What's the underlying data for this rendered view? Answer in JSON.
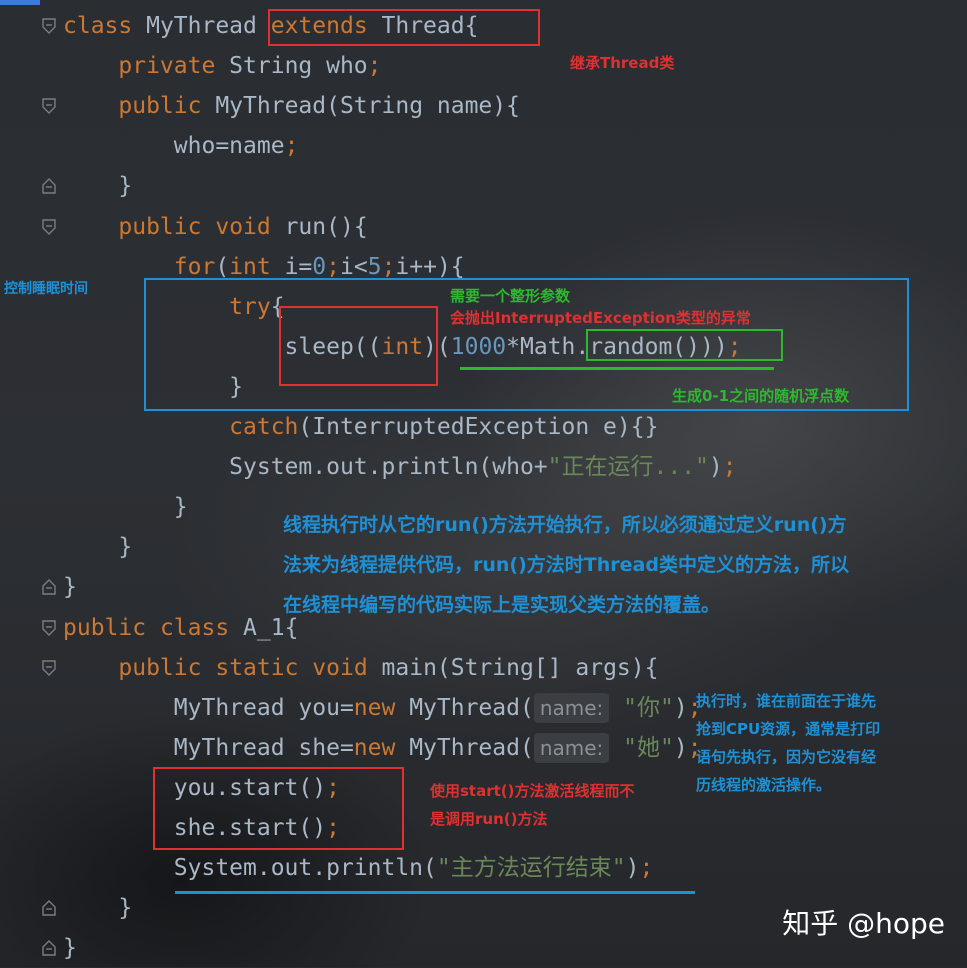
{
  "code": {
    "lines": [
      [
        {
          "t": "class",
          "c": "kw"
        },
        {
          "t": " MyThread ",
          "c": "cls"
        },
        {
          "t": "extends",
          "c": "kw"
        },
        {
          "t": " Thread{",
          "c": "cls"
        }
      ],
      [
        {
          "t": "    "
        },
        {
          "t": "private",
          "c": "kw"
        },
        {
          "t": " String who",
          "c": "cls"
        },
        {
          "t": ";",
          "c": "semi"
        }
      ],
      [
        {
          "t": "    "
        },
        {
          "t": "public",
          "c": "kw"
        },
        {
          "t": " MyThread(String name){",
          "c": "cls"
        }
      ],
      [
        {
          "t": "        who=name",
          "c": "cls"
        },
        {
          "t": ";",
          "c": "semi"
        }
      ],
      [
        {
          "t": "    }",
          "c": "cls"
        }
      ],
      [
        {
          "t": "    "
        },
        {
          "t": "public",
          "c": "kw"
        },
        {
          "t": " "
        },
        {
          "t": "void",
          "c": "kw"
        },
        {
          "t": " run(){",
          "c": "cls"
        }
      ],
      [
        {
          "t": "        "
        },
        {
          "t": "for",
          "c": "kw"
        },
        {
          "t": "(",
          "c": "cls"
        },
        {
          "t": "int",
          "c": "kw"
        },
        {
          "t": " i=",
          "c": "cls"
        },
        {
          "t": "0",
          "c": "num"
        },
        {
          "t": ";",
          "c": "semi"
        },
        {
          "t": "i<",
          "c": "cls"
        },
        {
          "t": "5",
          "c": "num"
        },
        {
          "t": ";",
          "c": "semi"
        },
        {
          "t": "i++){",
          "c": "cls"
        }
      ],
      [
        {
          "t": "            "
        },
        {
          "t": "try",
          "c": "kw"
        },
        {
          "t": "{",
          "c": "cls"
        }
      ],
      [
        {
          "t": "                sleep((",
          "c": "cls"
        },
        {
          "t": "int",
          "c": "kw"
        },
        {
          "t": ")(",
          "c": "cls"
        },
        {
          "t": "1000",
          "c": "num"
        },
        {
          "t": "*Math.random()))",
          "c": "cls"
        },
        {
          "t": ";",
          "c": "semi"
        }
      ],
      [
        {
          "t": "            }",
          "c": "cls"
        }
      ],
      [
        {
          "t": "            "
        },
        {
          "t": "catch",
          "c": "kw"
        },
        {
          "t": "(InterruptedException e){}",
          "c": "cls"
        }
      ],
      [
        {
          "t": "            System.out.println(who+",
          "c": "cls"
        },
        {
          "t": "\"正在运行...\"",
          "c": "str"
        },
        {
          "t": ")",
          "c": "cls"
        },
        {
          "t": ";",
          "c": "semi"
        }
      ],
      [
        {
          "t": "        }",
          "c": "cls"
        }
      ],
      [
        {
          "t": "    }",
          "c": "cls"
        }
      ],
      [
        {
          "t": "}",
          "c": "cls"
        }
      ],
      [
        {
          "t": "public",
          "c": "kw"
        },
        {
          "t": " "
        },
        {
          "t": "class",
          "c": "kw"
        },
        {
          "t": " A_1{",
          "c": "cls"
        }
      ],
      [
        {
          "t": "    "
        },
        {
          "t": "public",
          "c": "kw"
        },
        {
          "t": " "
        },
        {
          "t": "static",
          "c": "kw"
        },
        {
          "t": " "
        },
        {
          "t": "void",
          "c": "kw"
        },
        {
          "t": " main(String[] args){",
          "c": "cls"
        }
      ],
      [
        {
          "t": "        MyThread you=",
          "c": "cls"
        },
        {
          "t": "new",
          "c": "kw"
        },
        {
          "t": " MyThread(",
          "c": "cls"
        },
        {
          "t": "name:",
          "c": "hint"
        },
        {
          "t": " "
        },
        {
          "t": "\"你\"",
          "c": "str"
        },
        {
          "t": ")",
          "c": "cls"
        },
        {
          "t": ";",
          "c": "semi"
        }
      ],
      [
        {
          "t": "        MyThread she=",
          "c": "cls"
        },
        {
          "t": "new",
          "c": "kw"
        },
        {
          "t": " MyThread(",
          "c": "cls"
        },
        {
          "t": "name:",
          "c": "hint"
        },
        {
          "t": " "
        },
        {
          "t": "\"她\"",
          "c": "str"
        },
        {
          "t": ")",
          "c": "cls"
        },
        {
          "t": ";",
          "c": "semi"
        }
      ],
      [
        {
          "t": "        you.start()",
          "c": "cls"
        },
        {
          "t": ";",
          "c": "semi"
        }
      ],
      [
        {
          "t": "        she.start()",
          "c": "cls"
        },
        {
          "t": ";",
          "c": "semi"
        }
      ],
      [
        {
          "t": "        System.out.println(",
          "c": "cls"
        },
        {
          "t": "\"主方法运行结束\"",
          "c": "str"
        },
        {
          "t": ")",
          "c": "cls"
        },
        {
          "t": ";",
          "c": "semi"
        }
      ],
      [
        {
          "t": "    }",
          "c": "cls"
        }
      ],
      [
        {
          "t": "}",
          "c": "cls"
        }
      ]
    ]
  },
  "annotations": {
    "extends_note": "继承Thread类",
    "sleep_control": "控制睡眠时间",
    "int_param": "需要一个整形参数",
    "throws_note": "会抛出InterruptedException类型的异常",
    "random_note": "生成0-1之间的随机浮点数",
    "run_explain": [
      "线程执行时从它的run()方法开始执行，所以必须通过定义run()方",
      "法来为线程提供代码，run()方法时Thread类中定义的方法，所以",
      "在线程中编写的代码实际上是实现父类方法的覆盖。"
    ],
    "exec_order": [
      "执行时，谁在前面在于谁先",
      "抢到CPU资源，通常是打印",
      "语句先执行，因为它没有经",
      "历线程的激活操作。"
    ],
    "start_note": [
      "使用start()方法激活线程而不",
      "是调用run()方法"
    ]
  },
  "watermark": "知乎 @hope",
  "colors": {
    "keyword": "#cc7832",
    "text": "#a9b7c6",
    "number": "#6897bb",
    "string": "#6a8759",
    "annotation_red": "#e03030",
    "annotation_blue": "#1e90d6",
    "annotation_green": "#2eb82e"
  }
}
